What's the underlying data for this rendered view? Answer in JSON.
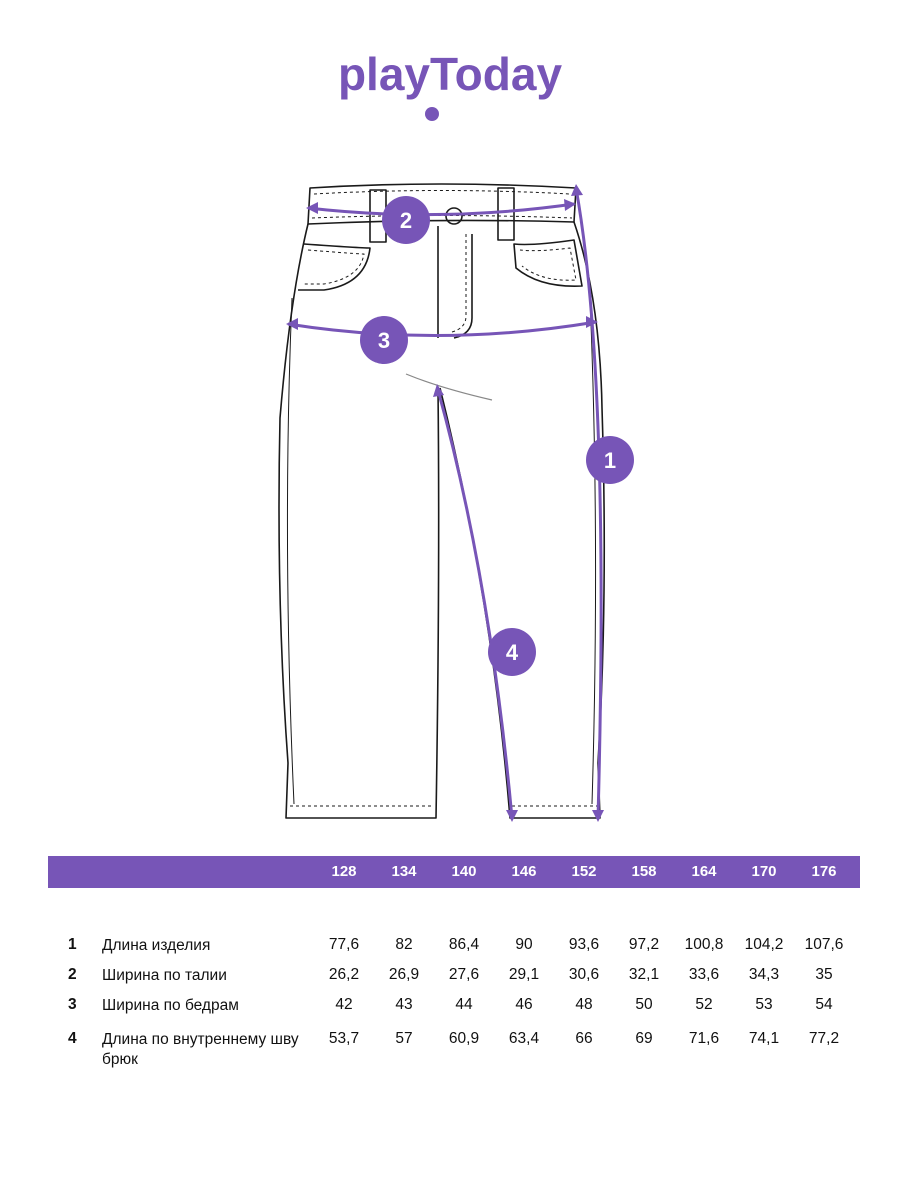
{
  "brand": {
    "logo_text": "playToday",
    "color": "#7755b7"
  },
  "diagram": {
    "badges": [
      "1",
      "2",
      "3",
      "4"
    ]
  },
  "size_table": {
    "header_bg": "#7755b7",
    "sizes": [
      "128",
      "134",
      "140",
      "146",
      "152",
      "158",
      "164",
      "170",
      "176"
    ],
    "rows": [
      {
        "num": "1",
        "name": "Длина изделия",
        "values": [
          "77,6",
          "82",
          "86,4",
          "90",
          "93,6",
          "97,2",
          "100,8",
          "104,2",
          "107,6"
        ]
      },
      {
        "num": "2",
        "name": "Ширина по талии",
        "values": [
          "26,2",
          "26,9",
          "27,6",
          "29,1",
          "30,6",
          "32,1",
          "33,6",
          "34,3",
          "35"
        ]
      },
      {
        "num": "3",
        "name": "Ширина по бедрам",
        "values": [
          "42",
          "43",
          "44",
          "46",
          "48",
          "50",
          "52",
          "53",
          "54"
        ]
      },
      {
        "num": "4",
        "name": "Длина по внутреннему шву брюк",
        "values": [
          "53,7",
          "57",
          "60,9",
          "63,4",
          "66",
          "69",
          "71,6",
          "74,1",
          "77,2"
        ]
      }
    ]
  }
}
